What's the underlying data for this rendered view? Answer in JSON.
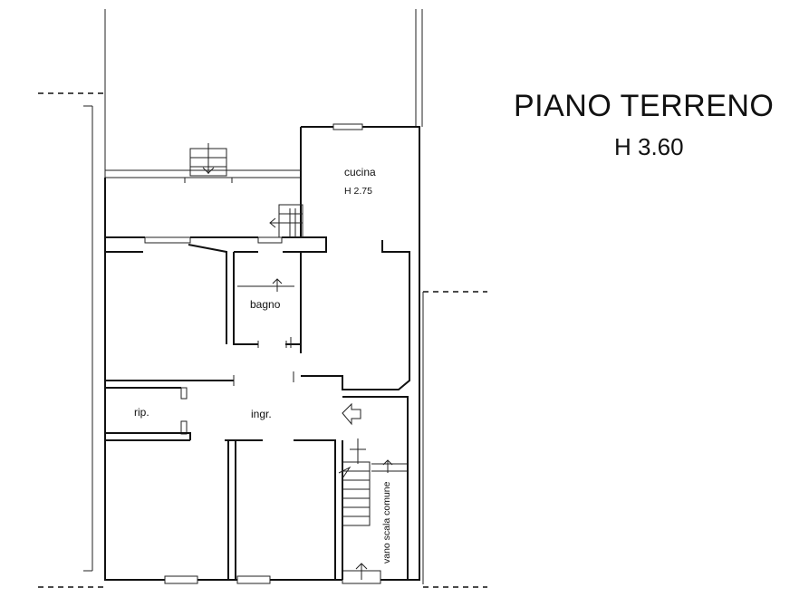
{
  "heading": {
    "title": "PIANO TERRENO",
    "height": "H 3.60"
  },
  "rooms": {
    "cucina": "cucina",
    "cucina_height": "H 2.75",
    "bagno": "bagno",
    "rip": "rip.",
    "ingr": "ingr.",
    "vano_scala": "vano scala comune"
  }
}
